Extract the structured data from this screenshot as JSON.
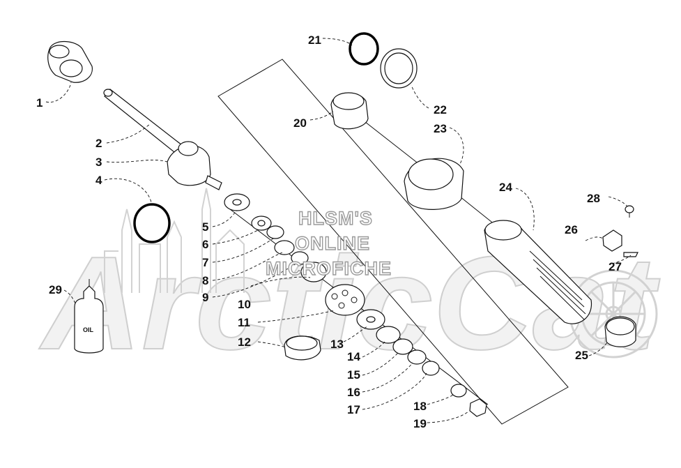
{
  "watermark": {
    "lines": [
      "HLSM'S",
      "ONLINE",
      "MICROFICHE"
    ],
    "brand": "ArcticCat"
  },
  "oil_bottle_label": "OIL",
  "parts": [
    {
      "id": "1",
      "label": "1"
    },
    {
      "id": "2",
      "label": "2"
    },
    {
      "id": "3",
      "label": "3"
    },
    {
      "id": "4",
      "label": "4"
    },
    {
      "id": "5",
      "label": "5"
    },
    {
      "id": "6",
      "label": "6"
    },
    {
      "id": "7",
      "label": "7"
    },
    {
      "id": "8",
      "label": "8"
    },
    {
      "id": "9",
      "label": "9"
    },
    {
      "id": "10",
      "label": "10"
    },
    {
      "id": "11",
      "label": "11"
    },
    {
      "id": "12",
      "label": "12"
    },
    {
      "id": "13",
      "label": "13"
    },
    {
      "id": "14",
      "label": "14"
    },
    {
      "id": "15",
      "label": "15"
    },
    {
      "id": "16",
      "label": "16"
    },
    {
      "id": "17",
      "label": "17"
    },
    {
      "id": "18",
      "label": "18"
    },
    {
      "id": "19",
      "label": "19"
    },
    {
      "id": "20",
      "label": "20"
    },
    {
      "id": "21",
      "label": "21"
    },
    {
      "id": "22",
      "label": "22"
    },
    {
      "id": "23",
      "label": "23"
    },
    {
      "id": "24",
      "label": "24"
    },
    {
      "id": "25",
      "label": "25"
    },
    {
      "id": "26",
      "label": "26"
    },
    {
      "id": "27",
      "label": "27"
    },
    {
      "id": "28",
      "label": "28"
    },
    {
      "id": "29",
      "label": "29"
    }
  ]
}
